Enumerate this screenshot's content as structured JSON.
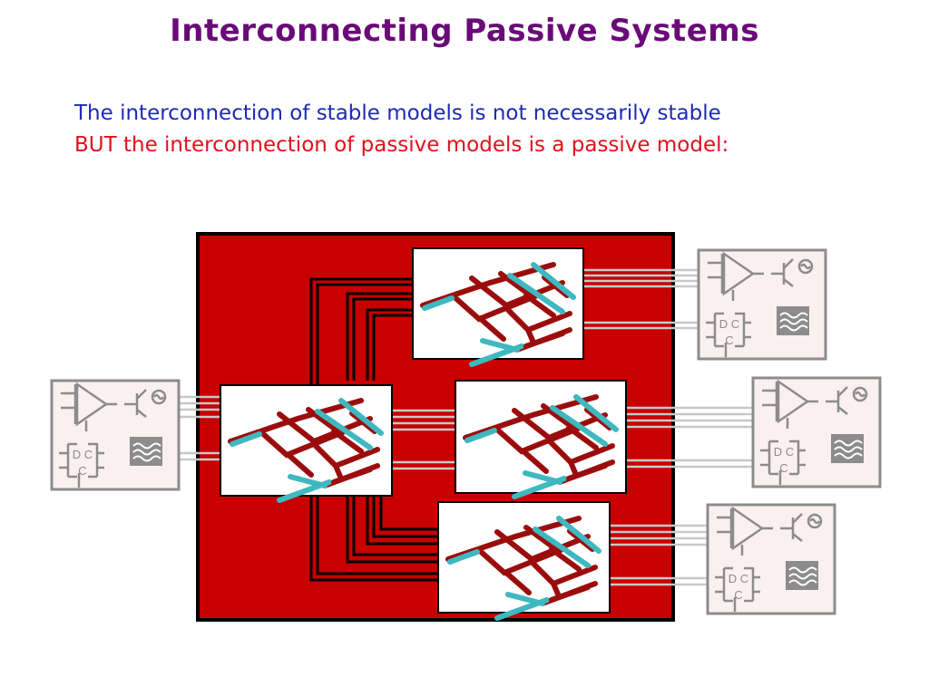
{
  "slide": {
    "title": "Interconnecting Passive Systems",
    "line1": "The interconnection of stable models is not necessarily stable",
    "line2": "BUT the interconnection of passive models is a passive model:"
  },
  "diagram": {
    "component_label": "D C\nC",
    "colors": {
      "title": "#6a0a78",
      "line1": "#1d2ab5",
      "line2": "#e0101c",
      "board": "#c80000",
      "trace_red": "#9b0d0d",
      "trace_cyan": "#3fb8c0",
      "wire_gray": "#c8c8c8",
      "box_border": "#8c8c8c",
      "box_fill": "#fbf0f0"
    },
    "icons": [
      "opamp-icon",
      "transistor-icon",
      "ac-source-icon",
      "dc-source-icon",
      "filter-icon"
    ]
  }
}
